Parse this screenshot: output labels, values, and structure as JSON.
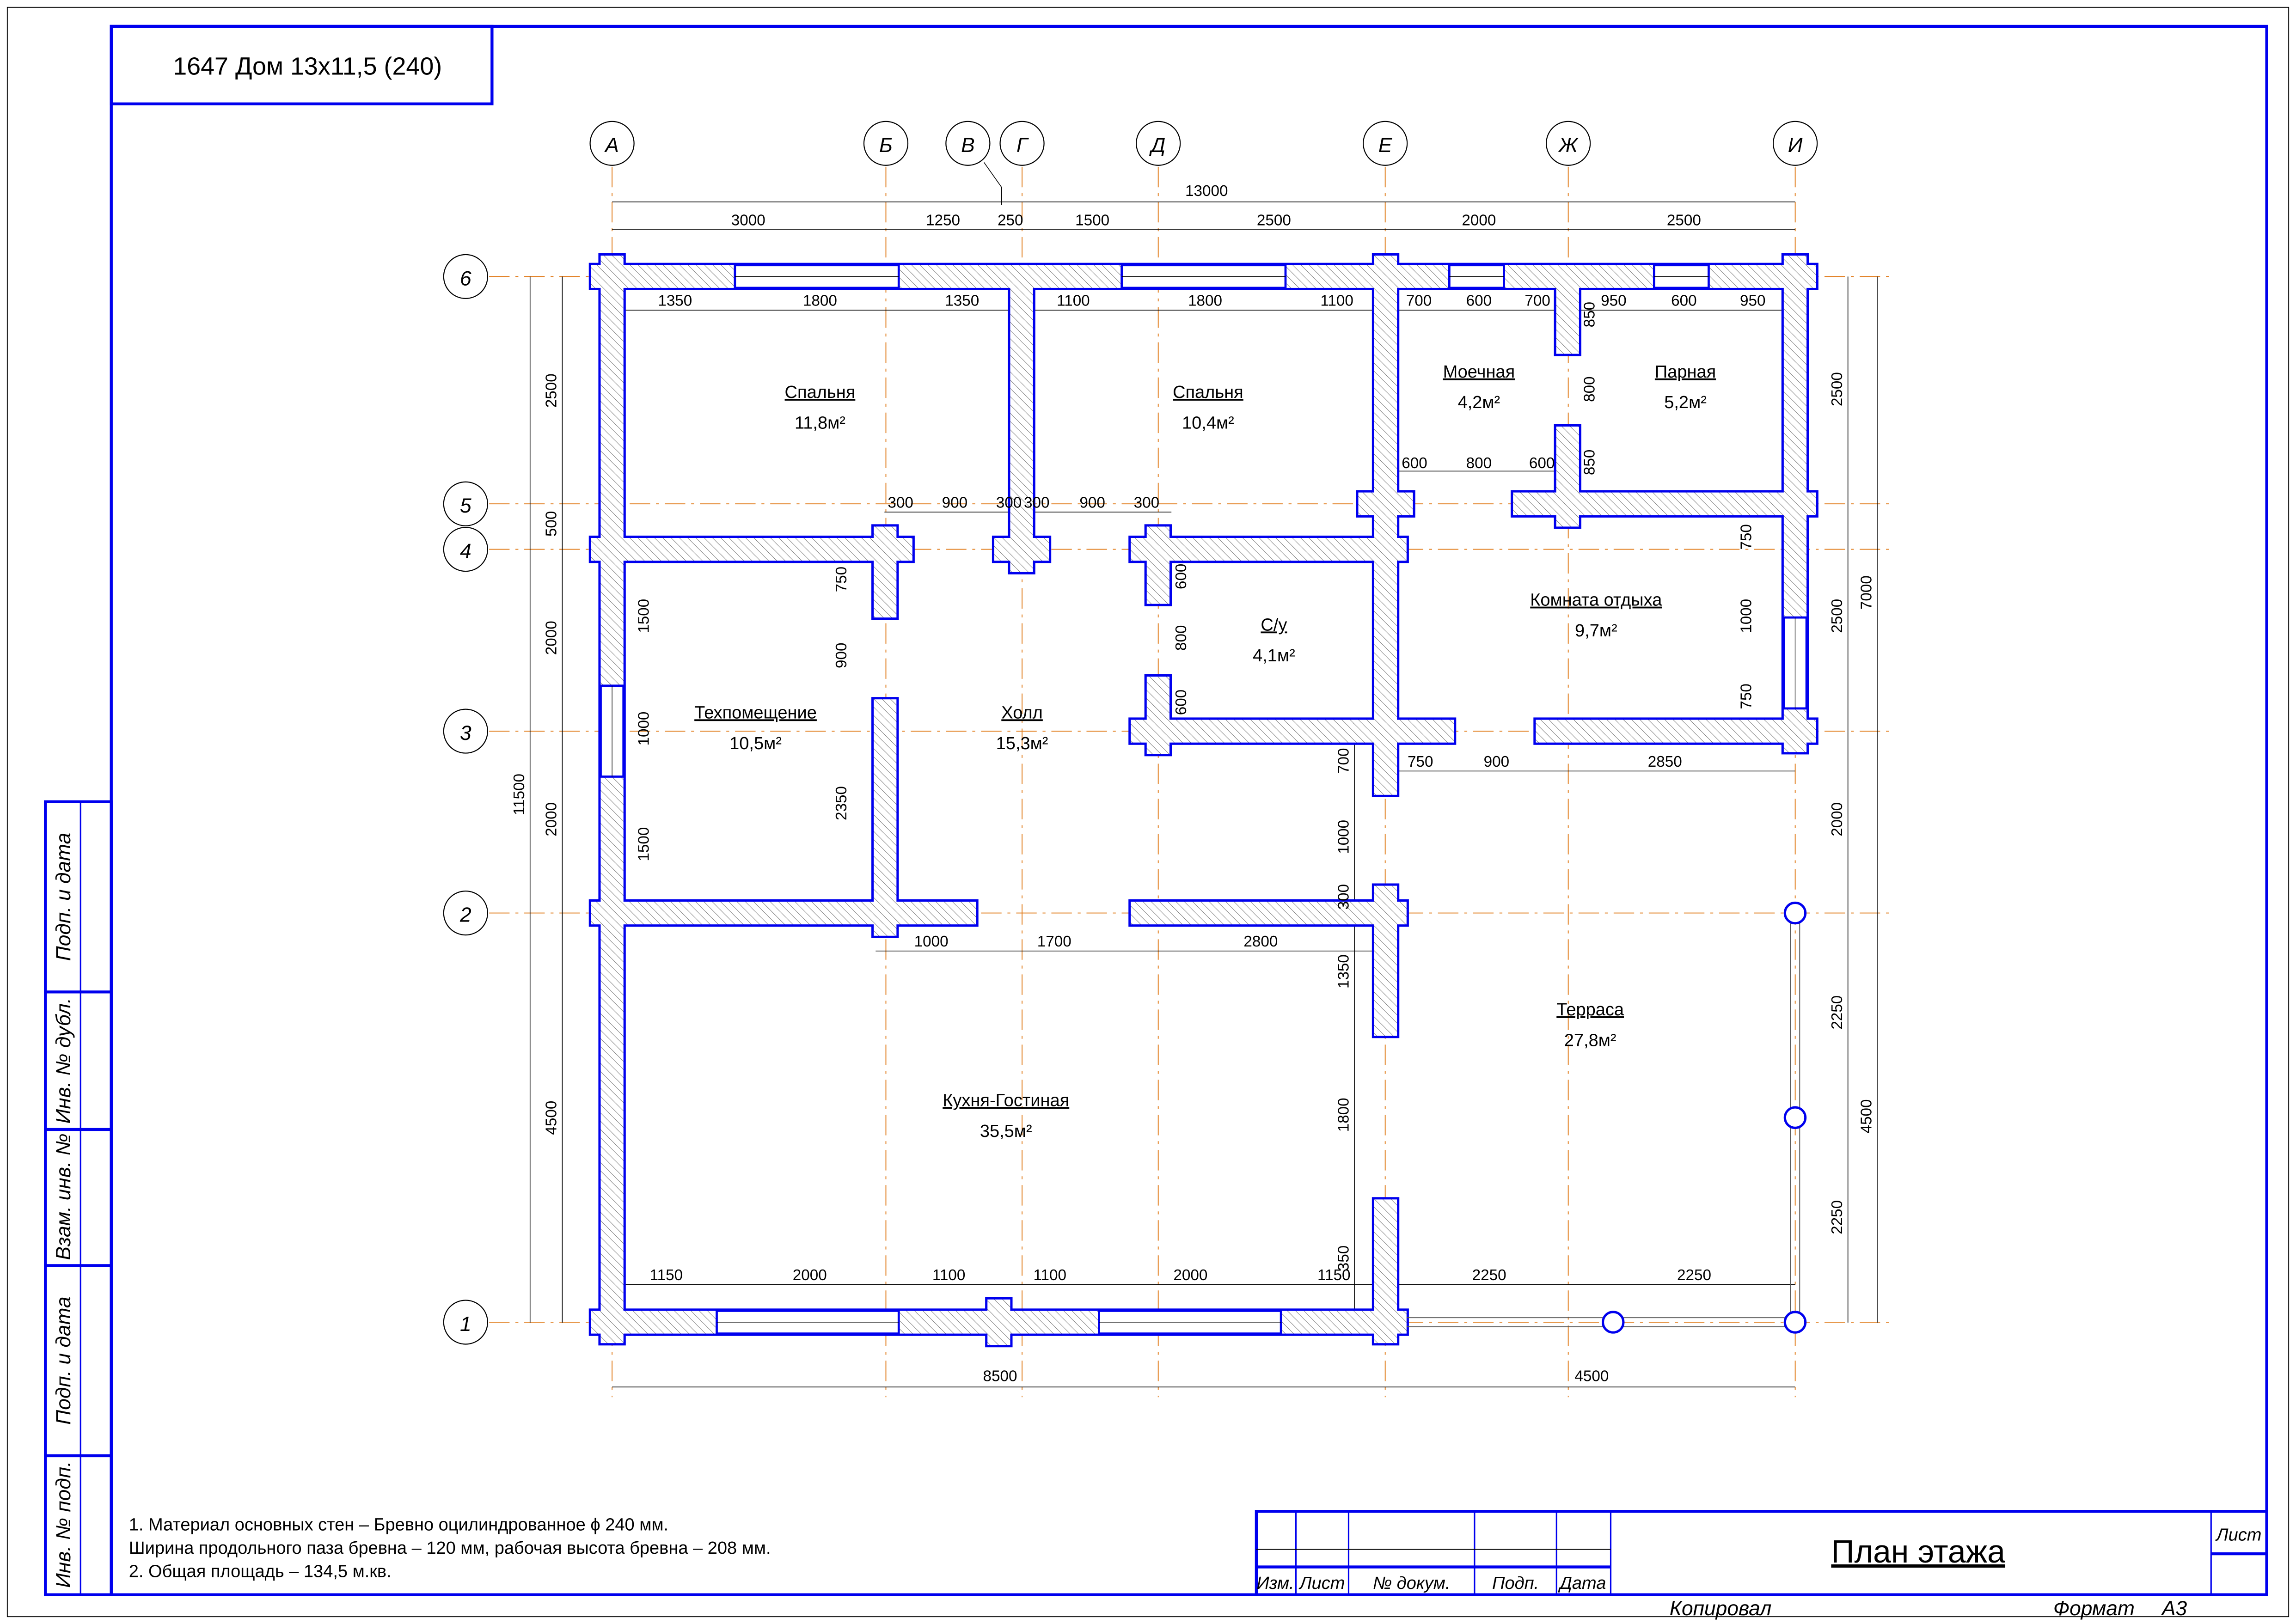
{
  "sheet": {
    "code_title": "1647 Дом 13х11,5 (240)",
    "drawing_title": "План этажа",
    "colors": {
      "wall_outline": "#0000ee",
      "axis": "#e07b1a",
      "hatch": "#555555",
      "text": "#000000"
    }
  },
  "axes": {
    "columns": [
      "А",
      "Б",
      "В",
      "Г",
      "Д",
      "Е",
      "Ж",
      "И"
    ],
    "rows": [
      "6",
      "5",
      "4",
      "3",
      "2",
      "1"
    ]
  },
  "rooms": [
    {
      "name": "Спальня",
      "area": "11,8м²"
    },
    {
      "name": "Спальня",
      "area": "10,4м²"
    },
    {
      "name": "Моечная",
      "area": "4,2м²"
    },
    {
      "name": "Парная",
      "area": "5,2м²"
    },
    {
      "name": "Комната отдыха",
      "area": "9,7м²"
    },
    {
      "name": "С/у",
      "area": "4,1м²"
    },
    {
      "name": "Техпомещение",
      "area": "10,5м²"
    },
    {
      "name": "Холл",
      "area": "15,3м²"
    },
    {
      "name": "Терраса",
      "area": "27,8м²"
    },
    {
      "name": "Кухня-Гостиная",
      "area": "35,5м²"
    }
  ],
  "dimensions": {
    "top_overall": [
      "13000"
    ],
    "top_axes": [
      "3000",
      "1250",
      "250",
      "1500",
      "2500",
      "2000",
      "2500"
    ],
    "top_openings": [
      "1350",
      "1800",
      "1350",
      "1100",
      "1800",
      "1100",
      "700",
      "600",
      "700",
      "950",
      "600",
      "950"
    ],
    "hall_openings": [
      "300",
      "900",
      "300",
      "300",
      "900",
      "300"
    ],
    "wash_openings": [
      "600",
      "800",
      "600"
    ],
    "wash_vertical": [
      "850",
      "800",
      "850"
    ],
    "left_axes": [
      "2500",
      "500",
      "2000",
      "2000",
      "4500"
    ],
    "left_overall": [
      "11500"
    ],
    "tech_vertical": [
      "1500",
      "1000",
      "1500"
    ],
    "hall_vertical": [
      "750",
      "900",
      "2350"
    ],
    "wc_vertical": [
      "600",
      "800",
      "600"
    ],
    "rest_vertical": [
      "750",
      "1000",
      "750"
    ],
    "right_axes": [
      "2500",
      "2500",
      "2000",
      "2250",
      "2250"
    ],
    "right_overall": [
      "7000",
      "4500"
    ],
    "axis3_openings": [
      "700",
      "750",
      "900",
      "2850"
    ],
    "axisE_vertical": [
      "1000",
      "300",
      "1350",
      "1800",
      "350"
    ],
    "axis2_openings": [
      "1000",
      "1700",
      "2800"
    ],
    "bottom_openings": [
      "1150",
      "2000",
      "1100",
      "1100",
      "2000",
      "1150",
      "2250",
      "2250"
    ],
    "bottom_axes": [
      "8500",
      "4500"
    ]
  },
  "notes": [
    "1. Материал основных стен – Бревно оцилиндрованное ϕ 240 мм.",
    "Ширина продольного паза бревна – 120 мм, рабочая высота бревна – 208 мм.",
    "2. Общая площадь – 134,5 м.кв."
  ],
  "side_stamp": [
    "Подп. и дата",
    "Инв. № дубл.",
    "Взам. инв. №",
    "Подп. и дата",
    "Инв. № подп."
  ],
  "title_block": {
    "columns": [
      "Изм.",
      "Лист",
      "№ докум.",
      "Подп.",
      "Дата"
    ],
    "sheet_label": "Лист",
    "copied": "Копировал",
    "format_label": "Формат",
    "format_value": "А3"
  }
}
